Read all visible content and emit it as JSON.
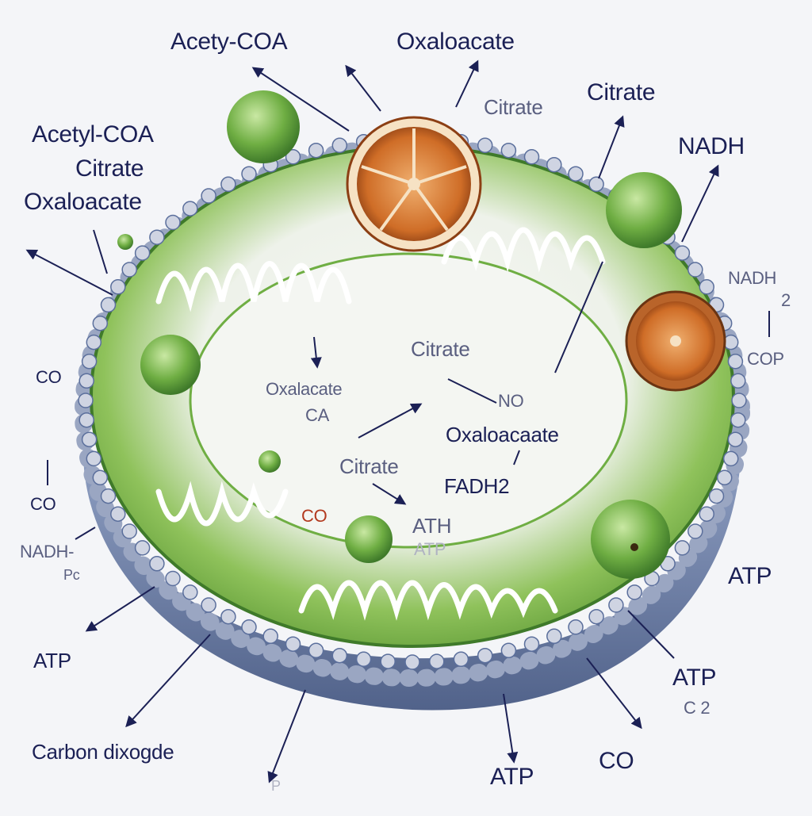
{
  "labels": {
    "acety_coa_top": "Acety-COA",
    "oxaloacetate_top": "Oxaloacate",
    "citrate_top_small": "Citrate",
    "citrate_top_right": "Citrate",
    "nadh_right": "NADH",
    "acetyl_coa_left": "Acetyl-COA",
    "citrate_left": "Citrate",
    "oxaloacetate_left": "Oxaloacate",
    "nadh_2_right": "NADH",
    "nadh_2_subscript": "2",
    "cop_right": "COP",
    "co_left_upper": "CO",
    "co_left_lower": "CO",
    "nadh_p_left": "NADH-",
    "p_left": "Pc",
    "citrate_center": "Citrate",
    "oxalacate_center": "Oxalacate",
    "ca_center": "CA",
    "no_center": "NO",
    "oxaloacaate_center": "Oxaloacaate",
    "citrate_center_lower": "Citrate",
    "fadh2_center": "FADH2",
    "co_center": "CO",
    "ath_center": "ATH",
    "atp_center_faint": "ATP",
    "atp_right": "ATP",
    "atp_left": "ATP",
    "atp_bottom_right": "ATP",
    "c2_bottom_right": "C 2",
    "carbon_dioxide": "Carbon dixogde",
    "atp_bottom": "ATP",
    "co_bottom_right": "CO",
    "p_bottom": "P"
  },
  "colors": {
    "background": "#f4f5f8",
    "matrix_green": "#6fae43",
    "dark_green": "#3f7a2a",
    "membrane_blue": "#5b6f9c",
    "bead": "#c9cedb",
    "orange": "#d2772e",
    "text": "#1b2055"
  }
}
